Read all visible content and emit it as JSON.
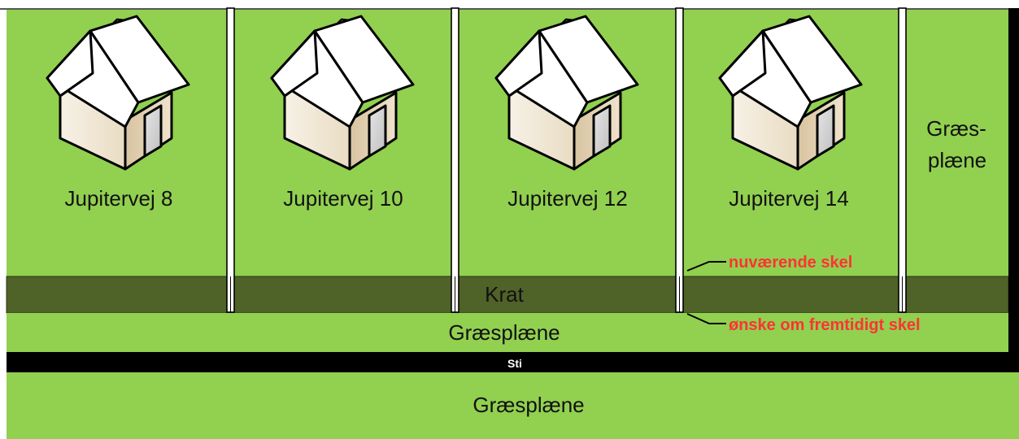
{
  "plots": [
    {
      "label": "Jupitervej 8"
    },
    {
      "label": "Jupitervej 10"
    },
    {
      "label": "Jupitervej 12"
    },
    {
      "label": "Jupitervej 14"
    }
  ],
  "corner_lawn": {
    "line1": "Græs-",
    "line2": "plæne"
  },
  "thicket_label": "Krat",
  "lawn_strip_label": "Græsplæne",
  "path_label": "Sti",
  "bottom_lawn_label": "Græsplæne",
  "annotations": {
    "current_boundary": "nuværende skel",
    "desired_boundary": "ønske om fremtidigt skel"
  },
  "colors": {
    "grass": "#92d050",
    "thicket": "#4f6228",
    "path": "#000000",
    "annotation": "#ff3333"
  }
}
